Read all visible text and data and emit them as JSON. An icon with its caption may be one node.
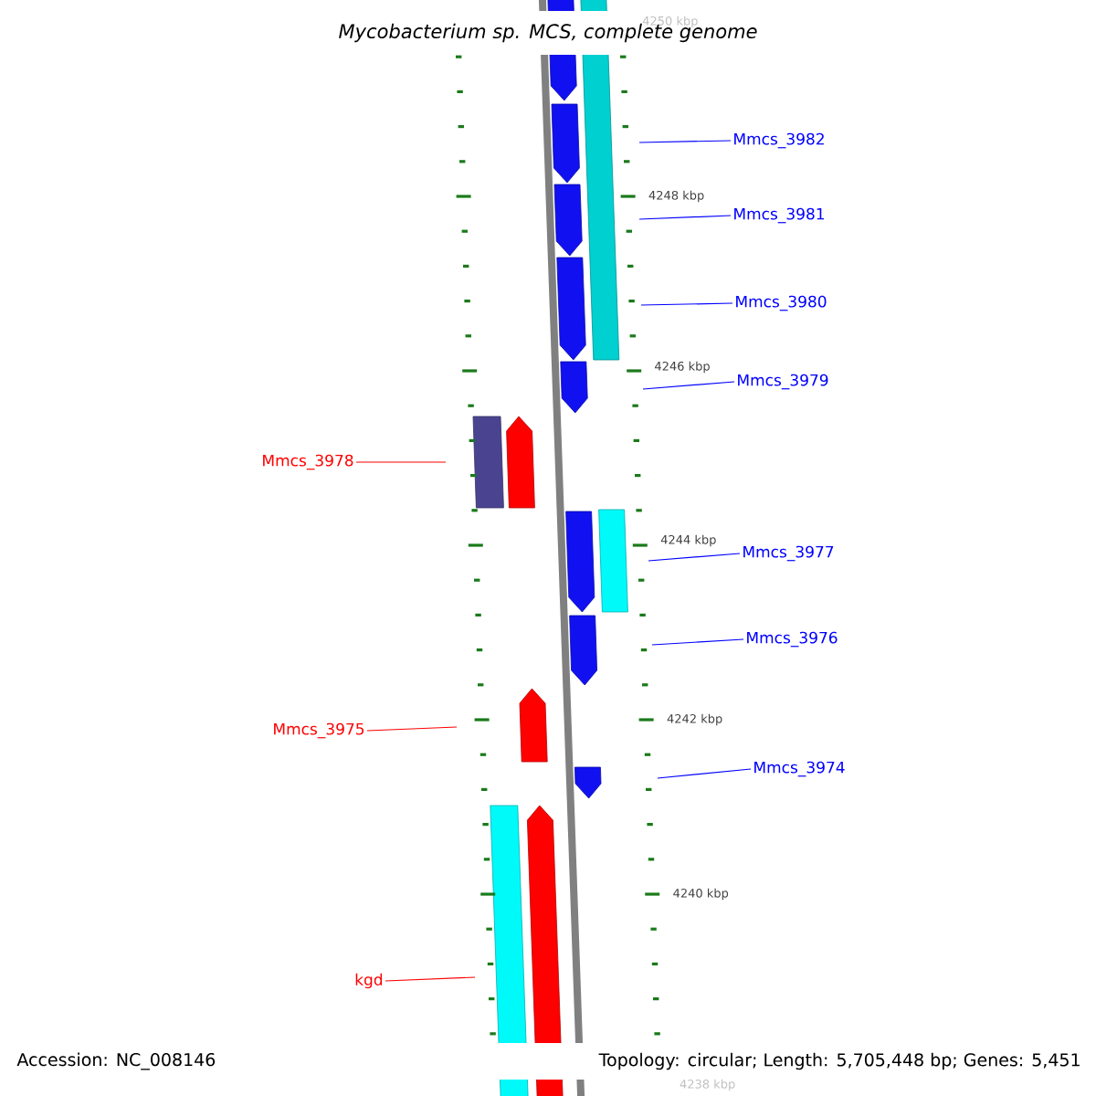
{
  "diagram": {
    "title": "Mycobacterium sp. MCS, complete genome",
    "nodes": [
      {
        "text": [
          "Mmcs_3982"
        ]
      },
      {
        "text": [
          "Mmcs_3981"
        ]
      },
      {
        "text": [
          "Mmcs_3980"
        ]
      },
      {
        "text": [
          "Mmcs_3979"
        ]
      },
      {
        "text": [
          "Mmcs_3978"
        ]
      },
      {
        "text": [
          "Mmcs_3977"
        ]
      },
      {
        "text": [
          "Mmcs_3976"
        ]
      },
      {
        "text": [
          "Mmcs_3975"
        ]
      },
      {
        "text": [
          "Mmcs_3974"
        ]
      },
      {
        "text": [
          "kgd"
        ]
      }
    ],
    "edges": [
      {
        "from": 0,
        "to": null,
        "arrow": "none"
      },
      {
        "from": 1,
        "to": null,
        "arrow": "none"
      },
      {
        "from": 2,
        "to": null,
        "arrow": "none"
      },
      {
        "from": 3,
        "to": null,
        "arrow": "none"
      },
      {
        "from": 4,
        "to": null,
        "arrow": "none",
        "color": "#ff0000"
      },
      {
        "from": 5,
        "to": null,
        "arrow": "none"
      },
      {
        "from": 6,
        "to": null,
        "arrow": "none"
      },
      {
        "from": 7,
        "to": null,
        "arrow": "none",
        "color": "#ff0000"
      },
      {
        "from": 8,
        "to": null,
        "arrow": "none"
      },
      {
        "from": 9,
        "to": null,
        "arrow": "none",
        "color": "#ff0000"
      }
    ],
    "labels": [
      "4250 kbp",
      "4248 kbp",
      "4246 kbp",
      "4244 kbp",
      "4242 kbp",
      "4240 kbp",
      "4238 kbp",
      "Accession: NC_008146",
      "Topology: circular; Length: 5,705,448 bp; Genes: 5,451"
    ]
  }
}
